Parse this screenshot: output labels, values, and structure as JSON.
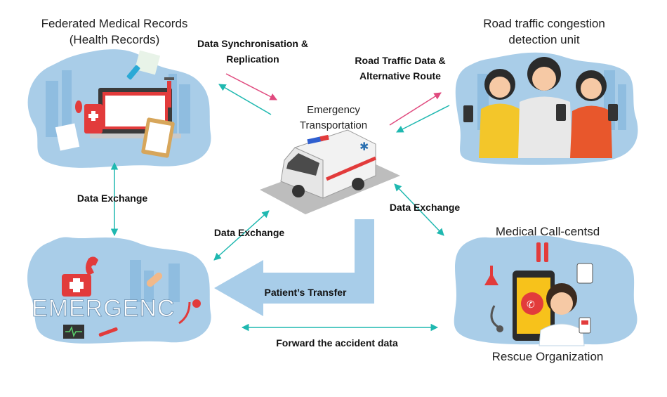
{
  "nodes": {
    "health_records": {
      "title_line1": "Federated Medical Records",
      "title_line2": "(Health Records)"
    },
    "traffic_unit": {
      "title_line1": "Road traffic congestion",
      "title_line2": "detection unit"
    },
    "emergency_transport": {
      "title_line1": "Emergency",
      "title_line2": "Transportation"
    },
    "emergency": {
      "sign_text": "EMERGENC"
    },
    "call_center": {
      "title_top": "Medical Call-centsd",
      "title_bottom": "Rescue Organization"
    }
  },
  "edges": {
    "sync_line1": "Data Synchronisation &",
    "sync_line2": "Replication",
    "road_line1": "Road Traffic Data &",
    "road_line2": "Alternative Route",
    "exchange_left": "Data Exchange",
    "exchange_center": "Data Exchange",
    "exchange_right": "Data Exchange",
    "patient_transfer": "Patient’s Transfer",
    "forward_accident": "Forward the accident data"
  },
  "colors": {
    "blob": "#a9cde8",
    "teal_arrow": "#1fb8b0",
    "pink_arrow": "#e04a7e",
    "big_arrow": "#a8cde9",
    "ambulance_shadow": "#b9b9b9"
  }
}
